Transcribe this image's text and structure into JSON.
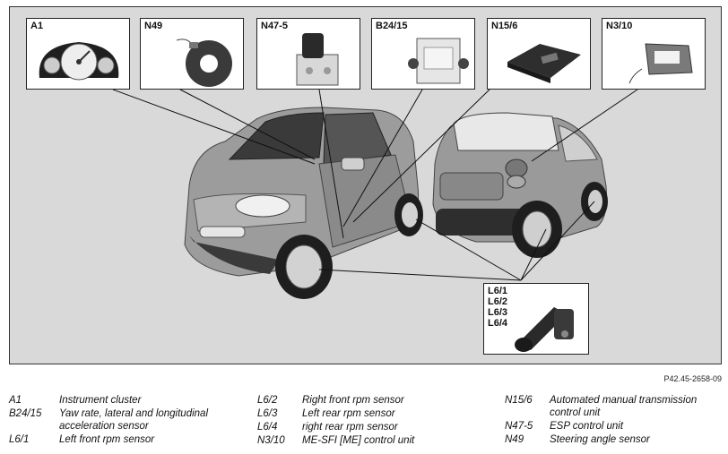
{
  "components": [
    {
      "code": "A1"
    },
    {
      "code": "N49"
    },
    {
      "code": "N47-5"
    },
    {
      "code": "B24/15"
    },
    {
      "code": "N15/6"
    },
    {
      "code": "N3/10"
    },
    {
      "code": "L6/1\nL6/2\nL6/3\nL6/4"
    }
  ],
  "reference": "P42.45-2658-09",
  "legend": {
    "col1": [
      {
        "code": "A1",
        "text": "Instrument cluster"
      },
      {
        "code": "B24/15",
        "text": "Yaw rate, lateral and longitudinal acceleration sensor"
      },
      {
        "code": "L6/1",
        "text": "Left front rpm sensor"
      }
    ],
    "col2": [
      {
        "code": "L6/2",
        "text": "Right front rpm sensor"
      },
      {
        "code": "L6/3",
        "text": "Left rear rpm sensor"
      },
      {
        "code": "L6/4",
        "text": "right rear rpm sensor"
      },
      {
        "code": "N3/10",
        "text": "ME-SFI [ME] control unit"
      }
    ],
    "col3": [
      {
        "code": "N15/6",
        "text": "Automated manual transmission control unit"
      },
      {
        "code": "N47-5",
        "text": "ESP control unit"
      },
      {
        "code": "N49",
        "text": "Steering angle sensor"
      }
    ]
  }
}
